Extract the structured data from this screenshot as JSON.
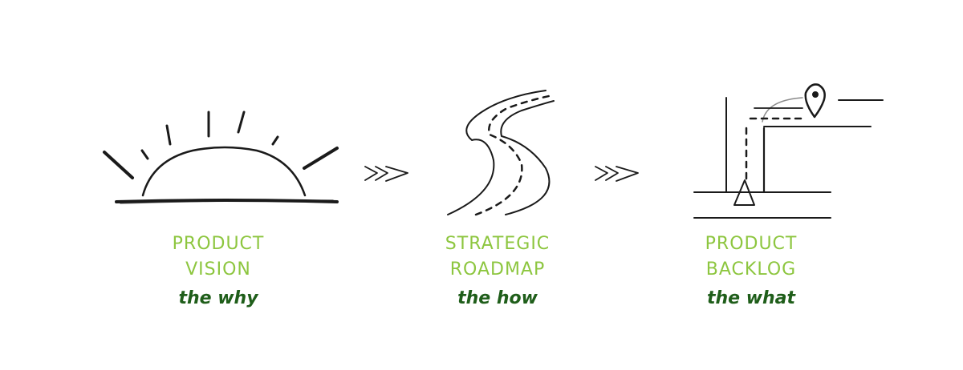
{
  "colors": {
    "title": "#8dc63f",
    "subtitle": "#1f5e1a",
    "ink": "#1a1a1a"
  },
  "stages": [
    {
      "icon": "sunrise-icon",
      "title_line1": "PRODUCT",
      "title_line2": "VISION",
      "subtitle": "the why"
    },
    {
      "icon": "winding-road-icon",
      "title_line1": "STRATEGIC",
      "title_line2": "ROADMAP",
      "subtitle": "the how"
    },
    {
      "icon": "road-map-pin-icon",
      "title_line1": "PRODUCT",
      "title_line2": "BACKLOG",
      "subtitle": "the what"
    }
  ],
  "connectors": [
    "triple-chevron-icon",
    "triple-chevron-icon"
  ]
}
